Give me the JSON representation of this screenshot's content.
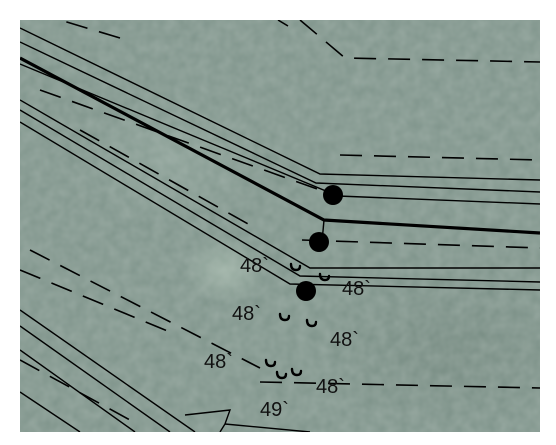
{
  "map": {
    "imagery": "aerial photo basemap, grey-green",
    "line_color": "#000000",
    "marker_color": "#000000",
    "labels": {
      "elev_1": "48`",
      "elev_2": "48`",
      "elev_3": "48`",
      "elev_4": "48`",
      "elev_5": "48`",
      "elev_6": "48`",
      "elev_7": "49`"
    },
    "markers": [
      "survey-point",
      "survey-point",
      "survey-point"
    ],
    "spot_symbols": 7
  }
}
